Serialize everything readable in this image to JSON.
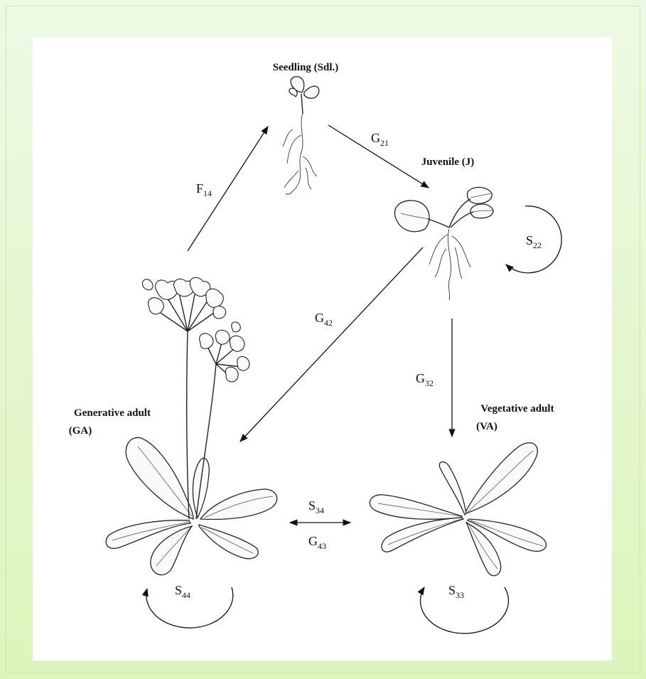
{
  "stages": {
    "seedling": "Seedling (Sdl.)",
    "juvenile": "Juvenile (J)",
    "generative_line1": "Generative adult",
    "generative_line2": "(GA)",
    "vegetative_line1": "Vegetative adult",
    "vegetative_line2": "(VA)"
  },
  "transitions": {
    "F14": {
      "main": "F",
      "sub": "14"
    },
    "G21": {
      "main": "G",
      "sub": "21"
    },
    "S22": {
      "main": "S",
      "sub": "22"
    },
    "G42": {
      "main": "G",
      "sub": "42"
    },
    "G32": {
      "main": "G",
      "sub": "32"
    },
    "S34": {
      "main": "S",
      "sub": "34"
    },
    "G43": {
      "main": "G",
      "sub": "43"
    },
    "S44": {
      "main": "S",
      "sub": "44"
    },
    "S33": {
      "main": "S",
      "sub": "33"
    }
  },
  "colors": {
    "background": "#e4f6cd",
    "panel": "#ffffff",
    "ink": "#111111"
  }
}
